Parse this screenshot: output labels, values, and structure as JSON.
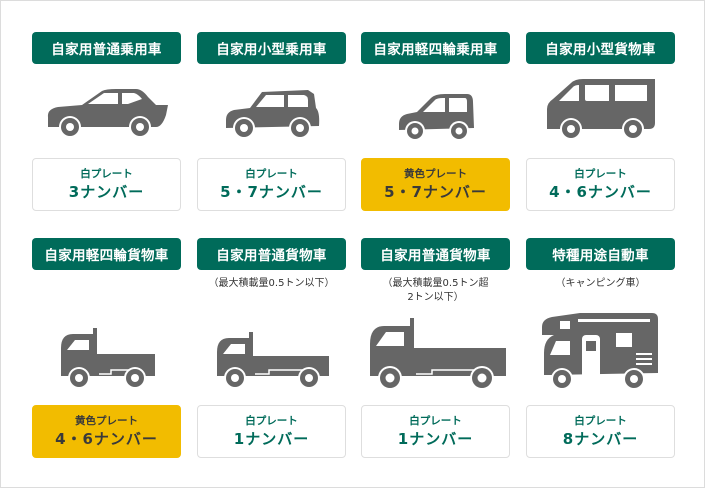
{
  "colors": {
    "header_green": "#006b5a",
    "plate_yellow": "#f2bc00",
    "icon_gray": "#666666",
    "plate_text_green": "#006b5a"
  },
  "vehicles": [
    {
      "title": "自家用普通乗用車",
      "note": "",
      "icon": "sedan-icon",
      "plate_color": "白プレート",
      "plate_number": "3ナンバー",
      "plate_type": "white"
    },
    {
      "title": "自家用小型乗用車",
      "note": "",
      "icon": "compact-car-icon",
      "plate_color": "白プレート",
      "plate_number": "5・7ナンバー",
      "plate_type": "white"
    },
    {
      "title": "自家用軽四輪乗用車",
      "note": "",
      "icon": "kei-car-icon",
      "plate_color": "黄色プレート",
      "plate_number": "5・7ナンバー",
      "plate_type": "yellow"
    },
    {
      "title": "自家用小型貨物車",
      "note": "",
      "icon": "van-icon",
      "plate_color": "白プレート",
      "plate_number": "4・6ナンバー",
      "plate_type": "white"
    },
    {
      "title": "自家用軽四輪貨物車",
      "note": "",
      "icon": "kei-truck-icon",
      "plate_color": "黄色プレート",
      "plate_number": "4・6ナンバー",
      "plate_type": "yellow"
    },
    {
      "title": "自家用普通貨物車",
      "note": "（最大積載量0.5トン以下）",
      "icon": "small-truck-icon",
      "plate_color": "白プレート",
      "plate_number": "1ナンバー",
      "plate_type": "white"
    },
    {
      "title": "自家用普通貨物車",
      "note": "（最大積載量0.5トン超\n2トン以下）",
      "note_line1": "（最大積載量0.5トン超",
      "note_line2": "2トン以下）",
      "icon": "truck-icon",
      "plate_color": "白プレート",
      "plate_number": "1ナンバー",
      "plate_type": "white"
    },
    {
      "title": "特種用途自動車",
      "note": "（キャンピング車）",
      "icon": "camper-icon",
      "plate_color": "白プレート",
      "plate_number": "8ナンバー",
      "plate_type": "white"
    }
  ]
}
